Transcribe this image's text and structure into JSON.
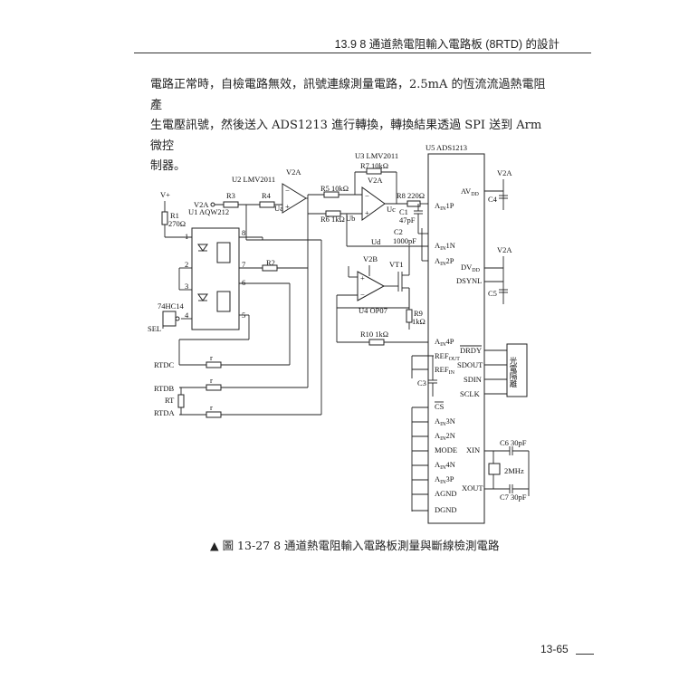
{
  "header": {
    "title": "13.9  8 通道熱電阻輸入電路板 (8RTD) 的設計"
  },
  "body_text": {
    "line1": "電路正常時，自檢電路無效，訊號連線測量電路，2.5mA 的恆流流過熱電阻產",
    "line2": "生電壓訊號，然後送入 ADS1213 進行轉換，轉換結果透過 SPI 送到 Arm 微控",
    "line3": "制器。"
  },
  "figure": {
    "caption": "▲  圖 13-27  8 通道熱電阻輸入電路板測量與斷線檢測電路",
    "labels": {
      "u5": "U5  ADS1213",
      "u3": "U3  LMV2011",
      "r7": "R7  10kΩ",
      "v2a_top": "V2A",
      "u2": "U2  LMV2011",
      "r5": "R5  10kΩ",
      "v2a_u3": "V2A",
      "r8": "R8  220Ω",
      "vplus": "V+",
      "v2a_u1": "V2A",
      "r3": "R3",
      "r4": "R4",
      "ua": "Ua",
      "u1": "U1  AQW212",
      "r1": "R1",
      "r1_val": "270Ω",
      "uc": "Uc",
      "c1": "C1",
      "c1_val": "47pF",
      "r6": "R6  1kΩ",
      "ub": "Ub",
      "c2": "C2",
      "c2_val": "1000pF",
      "ud": "Ud",
      "v2b": "V2B",
      "vt1": "VT1",
      "r2": "R2",
      "u4": "U4  OP07",
      "r9": "R9",
      "r9_val": "1kΩ",
      "r10": "R10  1kΩ",
      "ic74": "74HC14",
      "sel": "SEL",
      "rtdc": "RTDC",
      "rtdb": "RTDB",
      "rt": "RT",
      "rtda": "RTDA",
      "r_small": "r",
      "c3": "C3",
      "pin1": "1",
      "pin2": "2",
      "pin3": "3",
      "pin4": "4",
      "pin5": "5",
      "pin6": "6",
      "pin7": "7",
      "pin8": "8"
    },
    "u5_pins_left": [
      "AIN1P",
      "AIN1N",
      "AIN2P",
      "AIN4P",
      "REFOUT",
      "REFIN",
      "CS",
      "AIN3N",
      "AIN2N",
      "MODE",
      "AIN4N",
      "AIN3P",
      "AGND",
      "DGND"
    ],
    "u5_pins_right": [
      "AVDD",
      "DVDD",
      "DSYNL",
      "DRDY",
      "SDOUT",
      "SDIN",
      "SCLK",
      "XIN",
      "XOUT"
    ],
    "right_side": {
      "v2a_1": "V2A",
      "c4": "C4",
      "v2a_2": "V2A",
      "c5": "C5",
      "isolator": "光電隔離",
      "c6": "C6  30pF",
      "xtal": "2MHz",
      "c7": "C7  30pF"
    }
  },
  "footer": {
    "page_number": "13-65"
  }
}
